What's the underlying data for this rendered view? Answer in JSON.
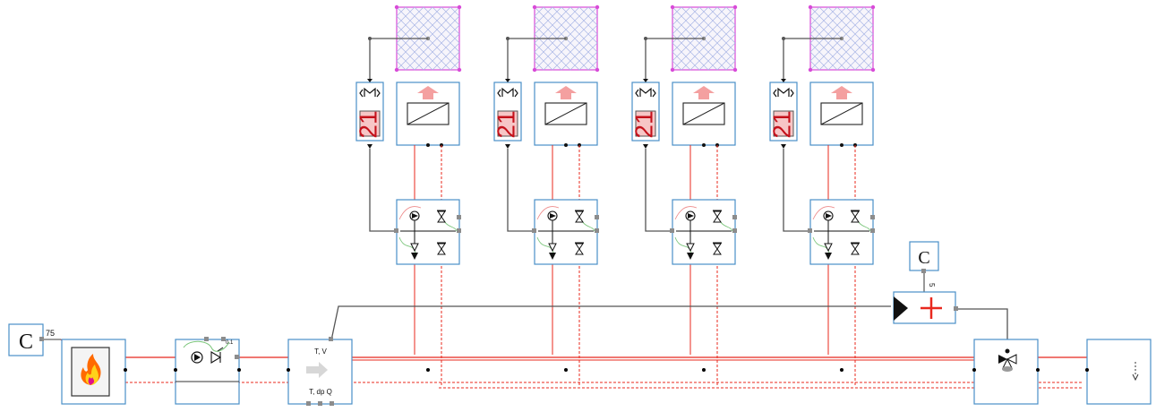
{
  "colors": {
    "block_border": "#4a8fc7",
    "hot_pipe": "#e8281e",
    "signal_line": "#555555",
    "zone_grid": "#d84bd8",
    "counter_fill": "#f7c6c6",
    "counter_text": "#c4111b"
  },
  "source": {
    "constant_symbol": "C",
    "value": "75"
  },
  "check_valve": {
    "setting": "0.1"
  },
  "meter": {
    "top_label": "T, V",
    "bottom_label": "T, dp  Q"
  },
  "mixer": {
    "constant_symbol": "C",
    "value": "5"
  },
  "zones": [
    {
      "counter": "21",
      "icon": "room-zone"
    },
    {
      "counter": "21",
      "icon": "room-zone"
    },
    {
      "counter": "21",
      "icon": "room-zone"
    },
    {
      "counter": "21",
      "icon": "room-zone"
    }
  ],
  "icons": {
    "boiler": "flame-icon",
    "pump": "pump-icon",
    "heat_emitter": "radiator-icon",
    "return": "return-arrow-icon"
  }
}
